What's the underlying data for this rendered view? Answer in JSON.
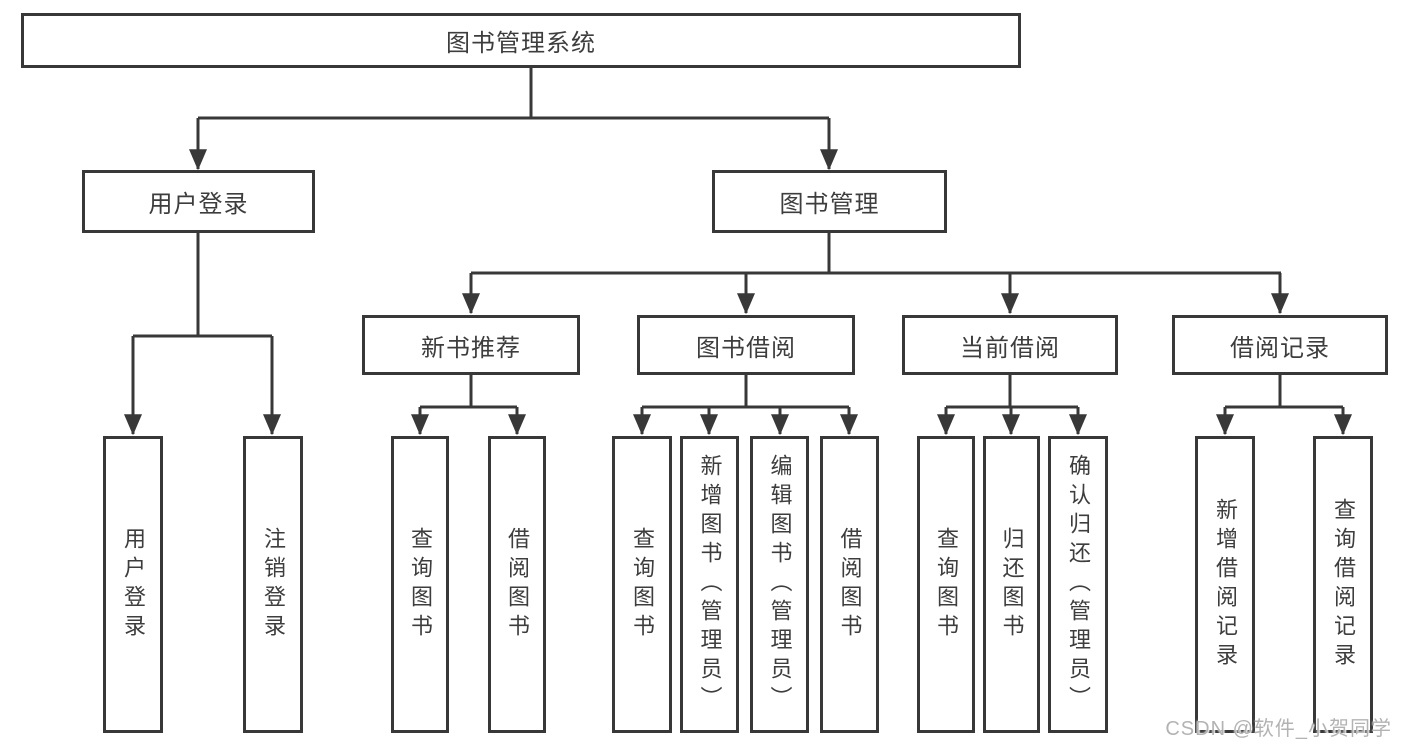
{
  "tree": {
    "root": "图书管理系统",
    "branches": [
      {
        "label": "用户登录",
        "leaves": [
          "用户登录",
          "注销登录"
        ]
      },
      {
        "label": "图书管理",
        "groups": [
          {
            "label": "新书推荐",
            "leaves": [
              "查询图书",
              "借阅图书"
            ]
          },
          {
            "label": "图书借阅",
            "leaves": [
              "查询图书",
              "新增图书（管理员）",
              "编辑图书（管理员）",
              "借阅图书"
            ]
          },
          {
            "label": "当前借阅",
            "leaves": [
              "查询图书",
              "归还图书",
              "确认归还（管理员）"
            ]
          },
          {
            "label": "借阅记录",
            "leaves": [
              "新增借阅记录",
              "查询借阅记录"
            ]
          }
        ]
      }
    ]
  },
  "watermark": "CSDN @软件_小贺同学",
  "colors": {
    "line": "#383838",
    "text": "#3d3d3d",
    "watermark": "#b3b3b3",
    "background": "#ffffff"
  }
}
